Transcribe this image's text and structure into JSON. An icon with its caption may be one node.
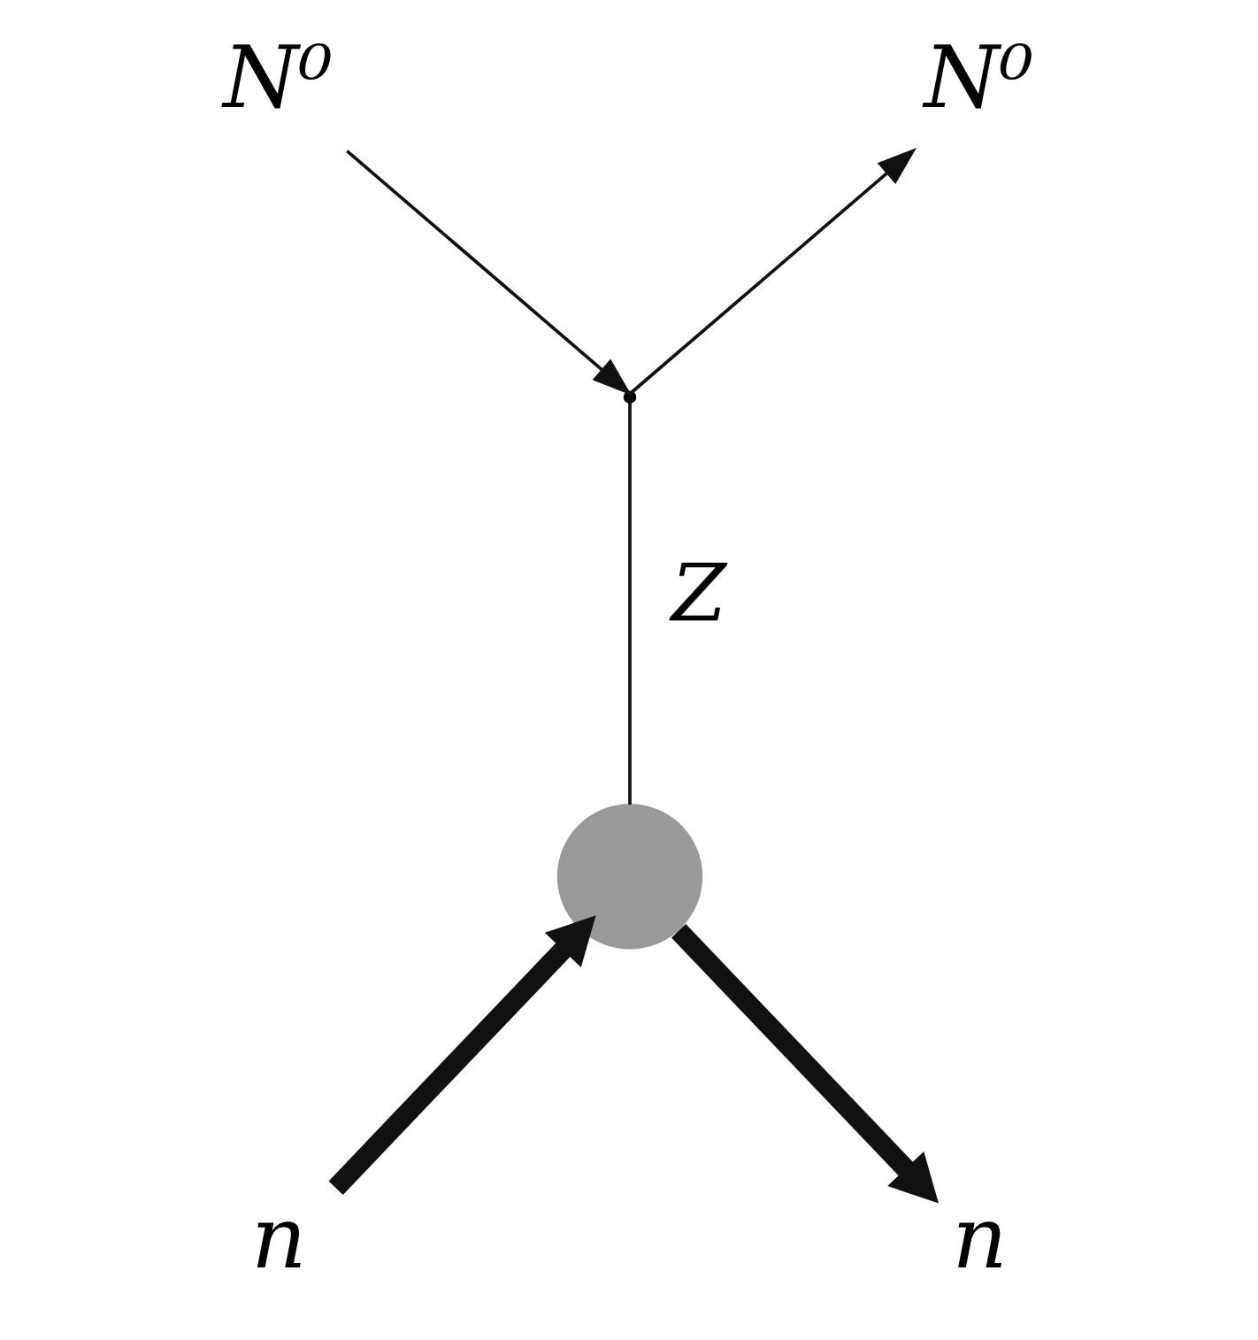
{
  "diagram": {
    "nodes": [
      {
        "text": [
          "N⁰"
        ]
      },
      {
        "text": [
          "N⁰"
        ]
      },
      {
        "text": [],
        "shape": "point"
      },
      {
        "text": [],
        "shape": "circle"
      },
      {
        "text": [
          "n"
        ]
      },
      {
        "text": [
          "n"
        ]
      }
    ],
    "edges": [
      {
        "from": 0,
        "to": 2,
        "arrow": "to"
      },
      {
        "from": 2,
        "to": 1,
        "arrow": "to"
      },
      {
        "from": 2,
        "to": 3,
        "arrow": "none",
        "label": "Z"
      },
      {
        "from": 4,
        "to": 3,
        "arrow": "to",
        "style": "thick"
      },
      {
        "from": 3,
        "to": 5,
        "arrow": "to",
        "style": "thick"
      }
    ]
  }
}
